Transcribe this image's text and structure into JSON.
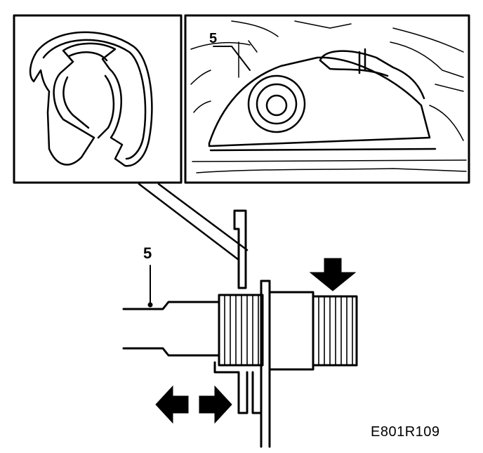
{
  "labels": {
    "main_part_number": "5",
    "inset_part_number": "5",
    "figure_code": "E801R109"
  },
  "icons": {
    "press_arrow": "down-arrow-icon",
    "movement_arrows": "left-right-arrows-icon"
  },
  "colors": {
    "ink": "#000000",
    "paper": "#ffffff"
  }
}
